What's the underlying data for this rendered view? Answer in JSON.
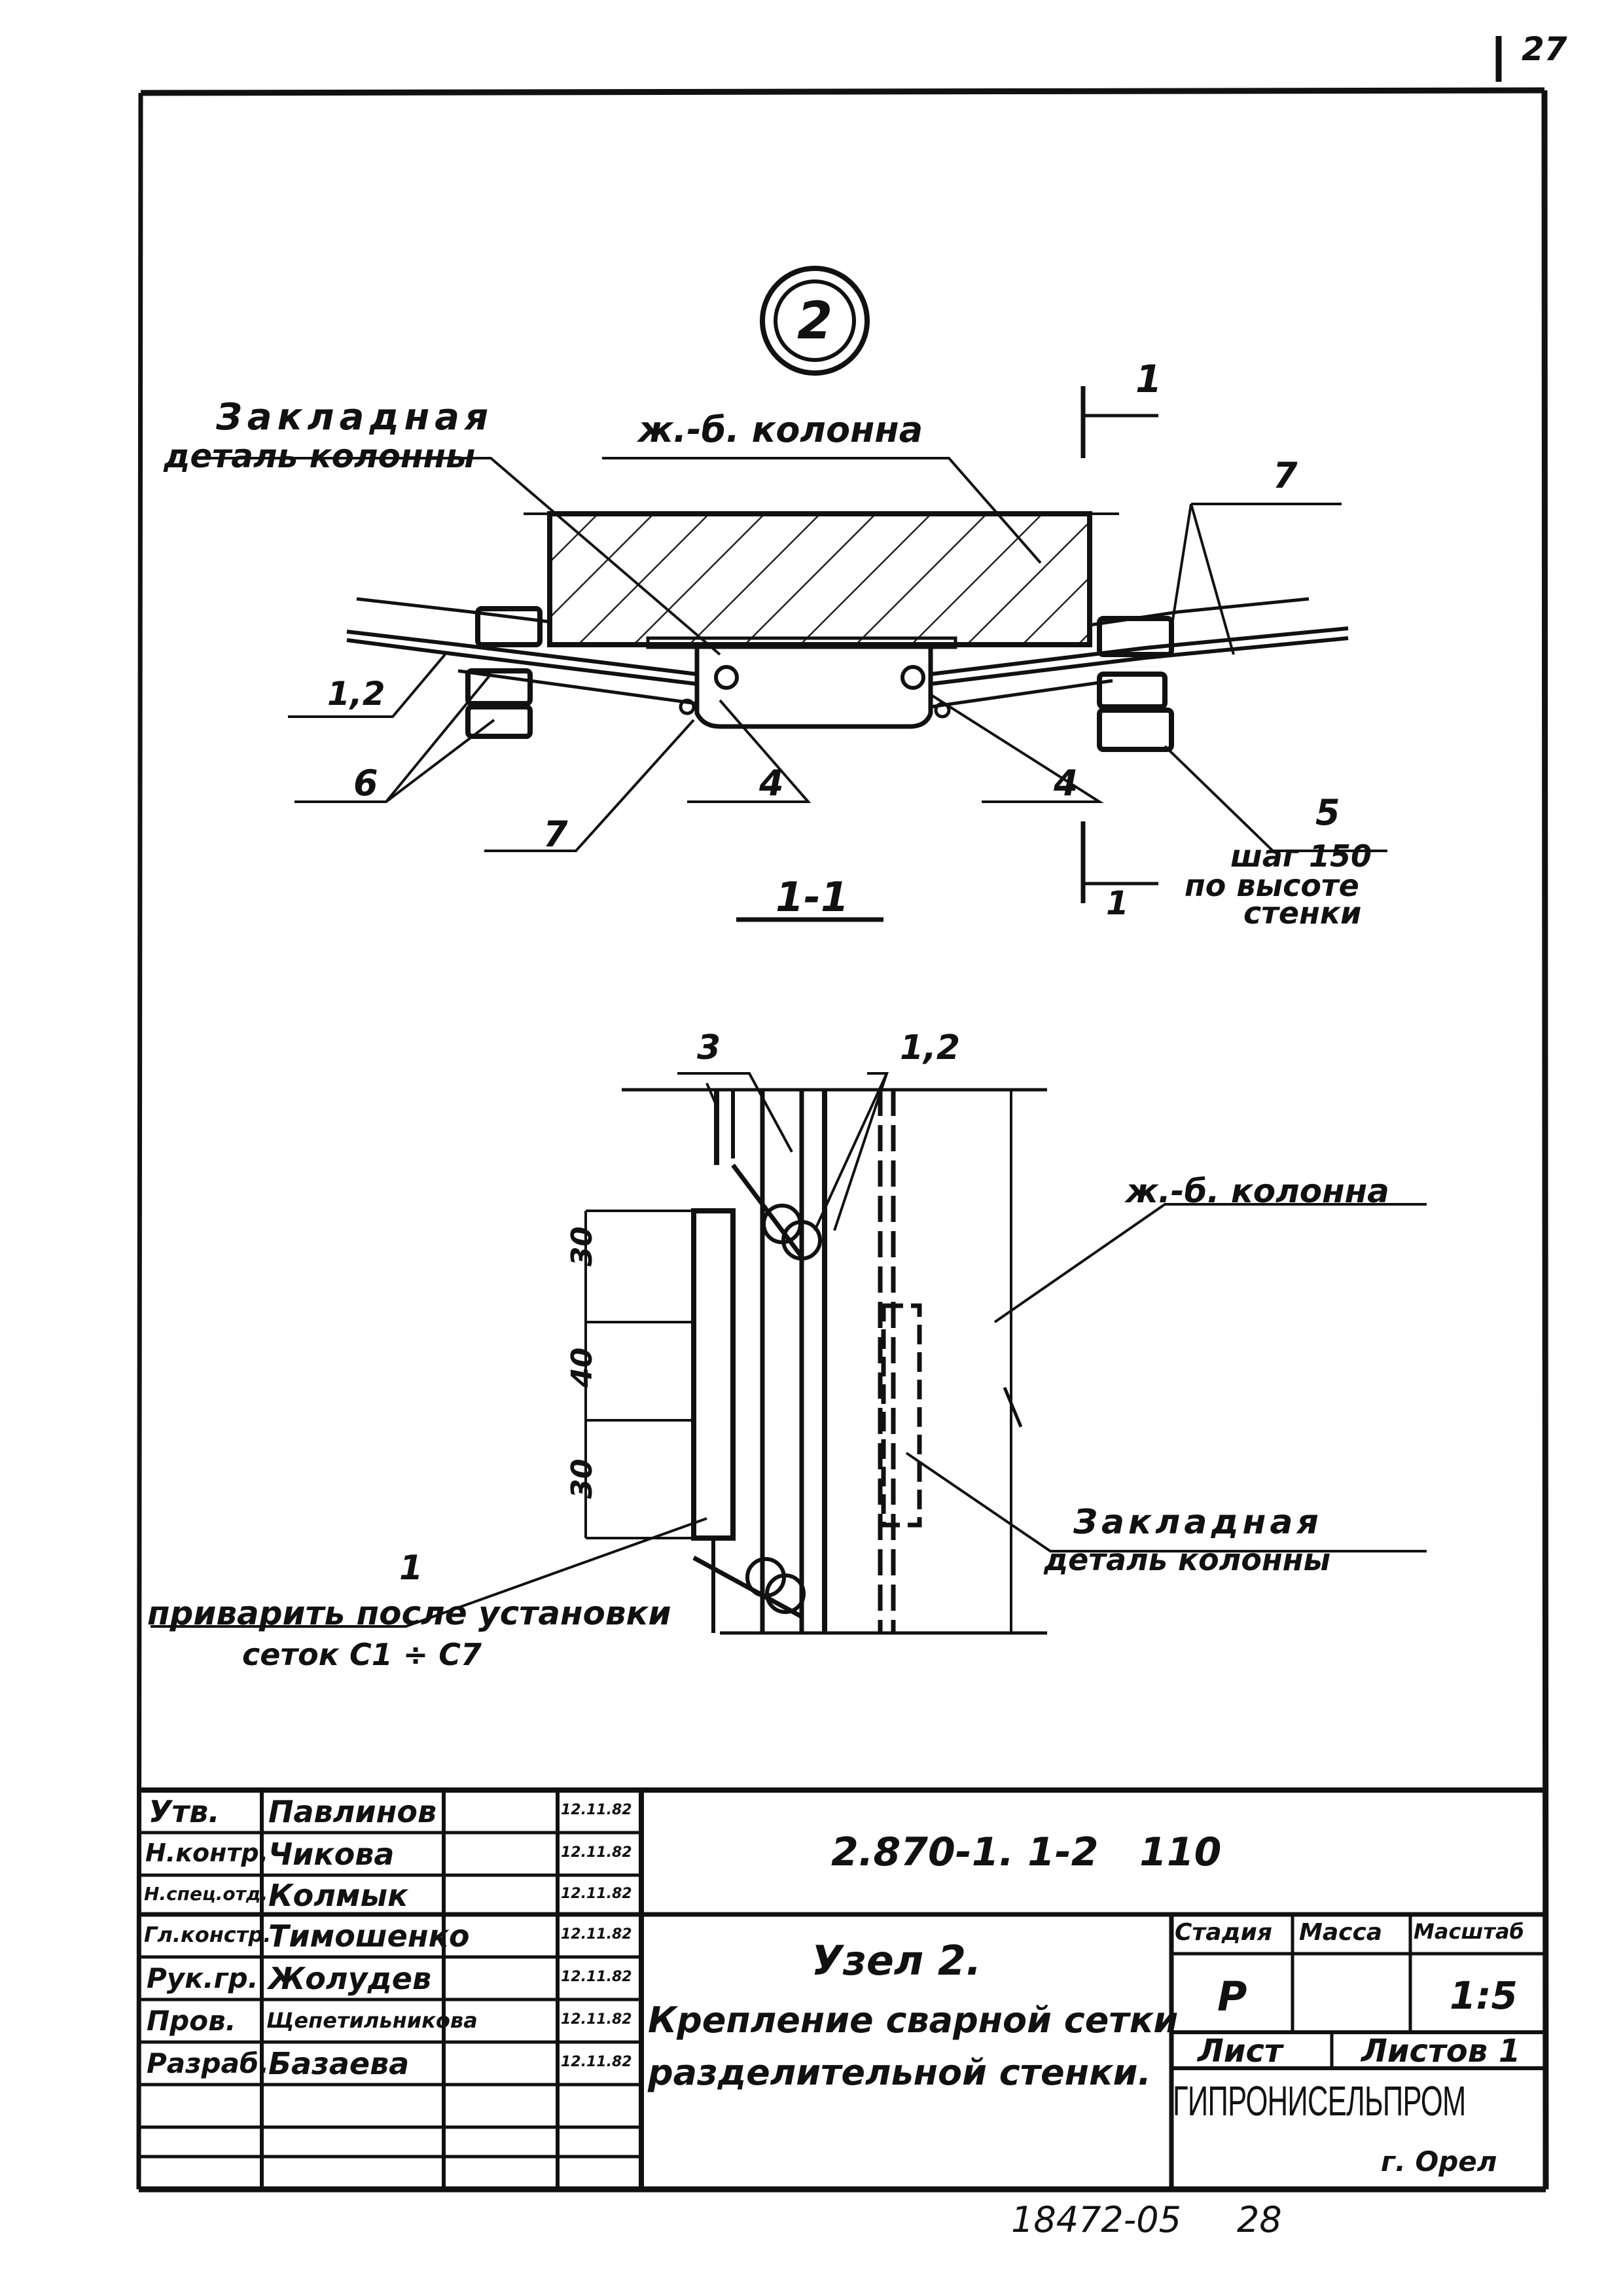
{
  "sheet": {
    "page_number": "27",
    "footer_code": "18472-05",
    "footer_page": "28"
  },
  "drawing": {
    "node_number": "2",
    "section_mark": "1-1",
    "cut_label_top": "1",
    "cut_label_bottom": "1",
    "plan_labels": {
      "embedded_detail_l1": "Закладная",
      "embedded_detail_l2": "деталь колонны",
      "column": "ж.-б. колонна",
      "pos_7_top": "7",
      "pos_1_2": "1,2",
      "pos_6": "6",
      "pos_4_left": "4",
      "pos_4_right": "4",
      "pos_7_bottom": "7",
      "pos_5": "5",
      "pitch_l1": "шаг 150",
      "pitch_l2": "по высоте",
      "pitch_l3": "стенки"
    },
    "section_labels": {
      "pos_3": "3",
      "pos_1_2": "1,2",
      "column": "ж.-б. колонна",
      "embedded_detail_l1": "Закладная",
      "embedded_detail_l2": "деталь колонны",
      "pos_1": "1",
      "weld_note_l1": "приварить после установки",
      "weld_note_l2": "сеток С1 ÷ С7",
      "dims": [
        "30",
        "40",
        "30"
      ]
    }
  },
  "title_block": {
    "doc_code": "2.870-1. 1-2   110",
    "title_l1": "Узел 2.",
    "title_l2": "Крепление сварной сетки",
    "title_l3": "разделительной стенки.",
    "stage_header": "Стадия",
    "mass_header": "Масса",
    "scale_header": "Масштаб",
    "stage_value": "Р",
    "mass_value": "",
    "scale_value": "1:5",
    "sheet_label": "Лист",
    "sheets_label": "Листов 1",
    "org_name": "ГИПРОНИСЕЛЬПРОМ",
    "org_city": "г. Орел",
    "staff": [
      {
        "role": "Утв.",
        "name": "Павлинов",
        "date": "12.11.82"
      },
      {
        "role": "Н.контр.",
        "name": "Чикова",
        "date": "12.11.82"
      },
      {
        "role": "Н.спец.отд.",
        "name": "Колмык",
        "date": "12.11.82"
      },
      {
        "role": "Гл.констр.",
        "name": "Тимошенко",
        "date": "12.11.82"
      },
      {
        "role": "Рук.гр.",
        "name": "Жолудев",
        "date": "12.11.82"
      },
      {
        "role": "Пров.",
        "name": "Щепетильникова",
        "date": "12.11.82"
      },
      {
        "role": "Разраб.",
        "name": "Базаева",
        "date": "12.11.82"
      }
    ]
  }
}
